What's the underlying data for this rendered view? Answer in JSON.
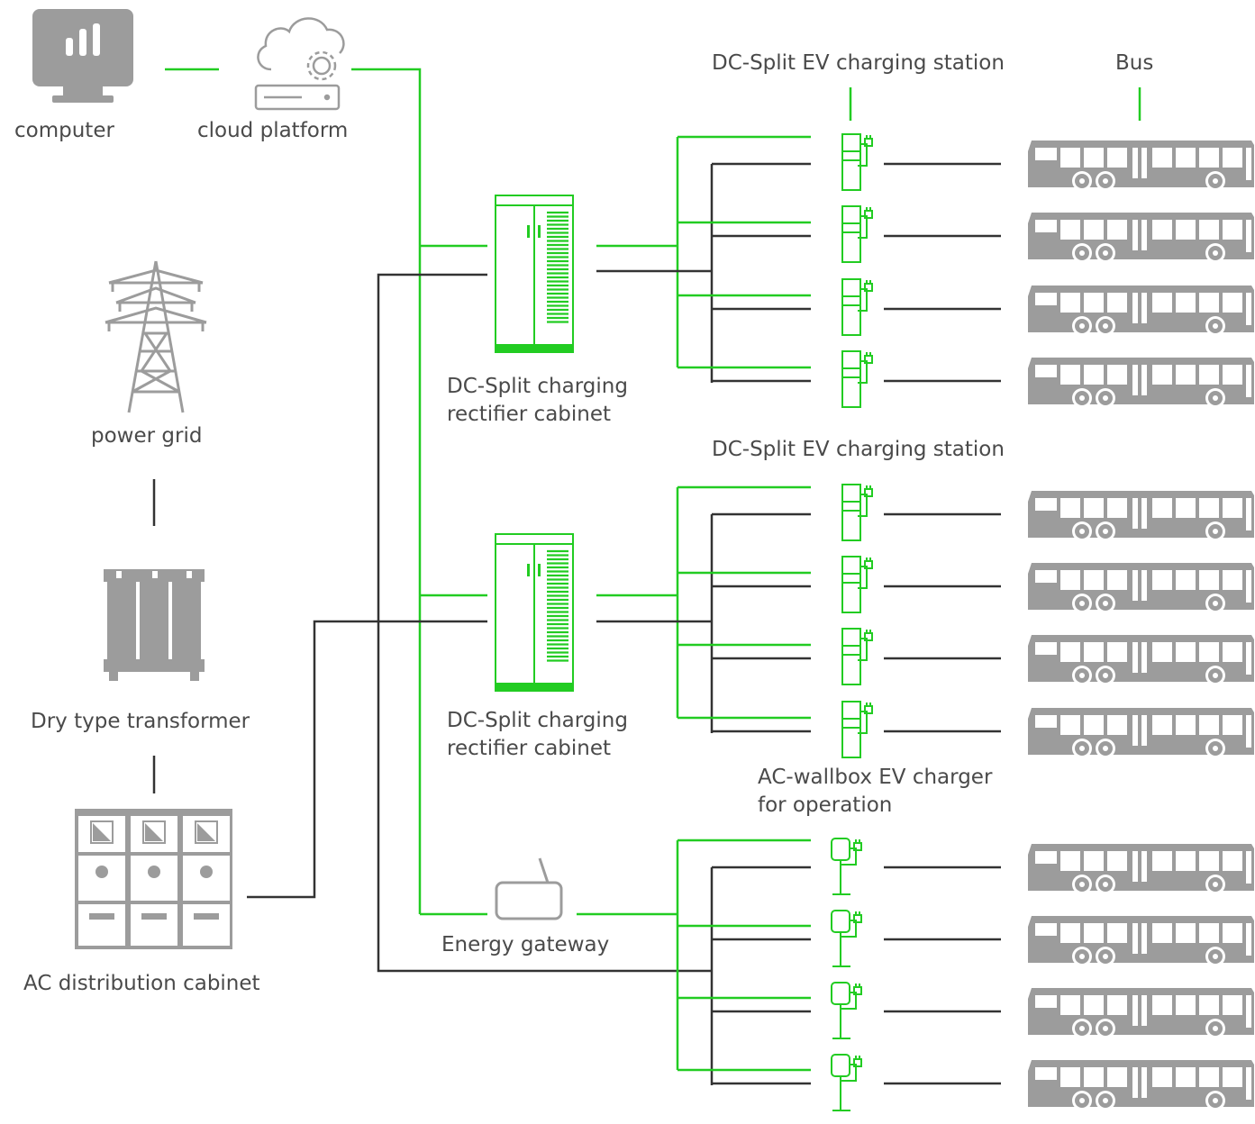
{
  "colors": {
    "network": "#22cc22",
    "power": "#333333",
    "device": "#9c9c9c",
    "charger": "#22cc22"
  },
  "labels": {
    "computer": "computer",
    "cloud_platform": "cloud platform",
    "power_grid": "power grid",
    "transformer": "Dry type transformer",
    "ac_cabinet": "AC distribution cabinet",
    "rectifier_1": "DC-Split charging\nrectifier cabinet",
    "rectifier_2": "DC-Split charging\nrectifier cabinet",
    "energy_gateway": "Energy gateway",
    "station_1": "DC-Split EV charging station",
    "station_2": "DC-Split EV charging station",
    "bus": "Bus",
    "ac_wallbox": "AC-wallbox EV charger\nfor operation"
  },
  "groups": [
    {
      "name": "dc-split-group-1",
      "charger_type": "dc-split-terminal",
      "count": 4
    },
    {
      "name": "dc-split-group-2",
      "charger_type": "dc-split-terminal",
      "count": 4
    },
    {
      "name": "ac-wallbox-group",
      "charger_type": "ac-wallbox",
      "count": 4
    }
  ],
  "icons": [
    "monitor-icon",
    "cloud-server-icon",
    "pylon-icon",
    "transformer-icon",
    "distribution-cabinet-icon",
    "rectifier-cabinet-icon",
    "gateway-icon",
    "charger-icon",
    "wallbox-icon",
    "bus-icon"
  ]
}
